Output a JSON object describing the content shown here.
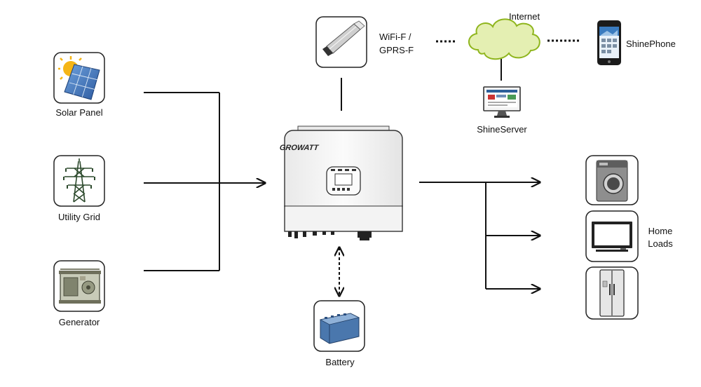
{
  "sources": {
    "solar_panel": "Solar Panel",
    "utility_grid": "Utility Grid",
    "generator": "Generator"
  },
  "inverter": {
    "brand": "GROWATT"
  },
  "battery": "Battery",
  "monitoring": {
    "dongle_line1": "WiFi-F /",
    "dongle_line2": "GPRS-F",
    "internet": "Internet",
    "shine_phone": "ShinePhone",
    "shine_server": "ShineServer"
  },
  "loads": {
    "line1": "Home",
    "line2": "Loads"
  },
  "colors": {
    "line": "#111111",
    "box_border": "#222222",
    "cloud_fill": "#e4efb2",
    "cloud_stroke": "#8fb51d",
    "solar_sun": "#f5b515",
    "solar_cells": "#3b6fb8",
    "battery_body": "#4a77ad",
    "inverter_shell": "#f7f7f7"
  }
}
